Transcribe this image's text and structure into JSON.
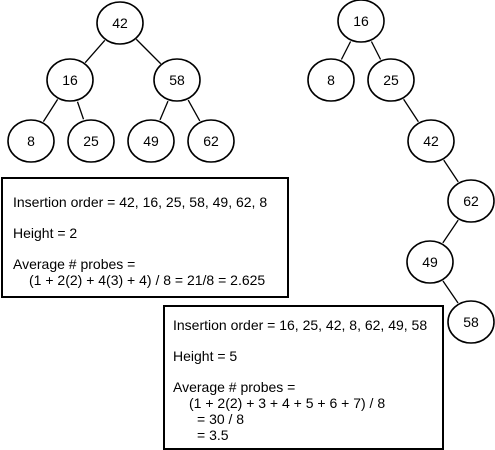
{
  "tree_left": {
    "nodes": [
      {
        "id": "42",
        "label": "42"
      },
      {
        "id": "16",
        "label": "16"
      },
      {
        "id": "58",
        "label": "58"
      },
      {
        "id": "8",
        "label": "8"
      },
      {
        "id": "25",
        "label": "25"
      },
      {
        "id": "49",
        "label": "49"
      },
      {
        "id": "62",
        "label": "62"
      }
    ],
    "edges": [
      [
        "42",
        "16"
      ],
      [
        "42",
        "58"
      ],
      [
        "16",
        "8"
      ],
      [
        "16",
        "25"
      ],
      [
        "58",
        "49"
      ],
      [
        "58",
        "62"
      ]
    ]
  },
  "tree_right": {
    "nodes": [
      {
        "id": "16",
        "label": "16"
      },
      {
        "id": "8",
        "label": "8"
      },
      {
        "id": "25",
        "label": "25"
      },
      {
        "id": "42",
        "label": "42"
      },
      {
        "id": "62",
        "label": "62"
      },
      {
        "id": "49",
        "label": "49"
      },
      {
        "id": "58",
        "label": "58"
      }
    ],
    "edges": [
      [
        "16",
        "8"
      ],
      [
        "16",
        "25"
      ],
      [
        "25",
        "42"
      ],
      [
        "42",
        "62"
      ],
      [
        "62",
        "49"
      ],
      [
        "49",
        "58"
      ]
    ]
  },
  "box_left": {
    "insertion": "Insertion order = 42, 16, 25, 58, 49, 62, 8",
    "height": "Height = 2",
    "avg_label": "Average # probes =",
    "avg_calc": "(1 + 2(2) + 4(3) + 4) / 8 = 21/8 = 2.625"
  },
  "box_right": {
    "insertion": "Insertion order = 16, 25, 42, 8, 62, 49, 58",
    "height": "Height = 5",
    "avg_label": "Average # probes =",
    "avg_calc": "(1 + 2(2) + 3 + 4 + 5 + 6 + 7) / 8",
    "avg_eq1": "= 30 / 8",
    "avg_eq2": "= 3.5"
  }
}
